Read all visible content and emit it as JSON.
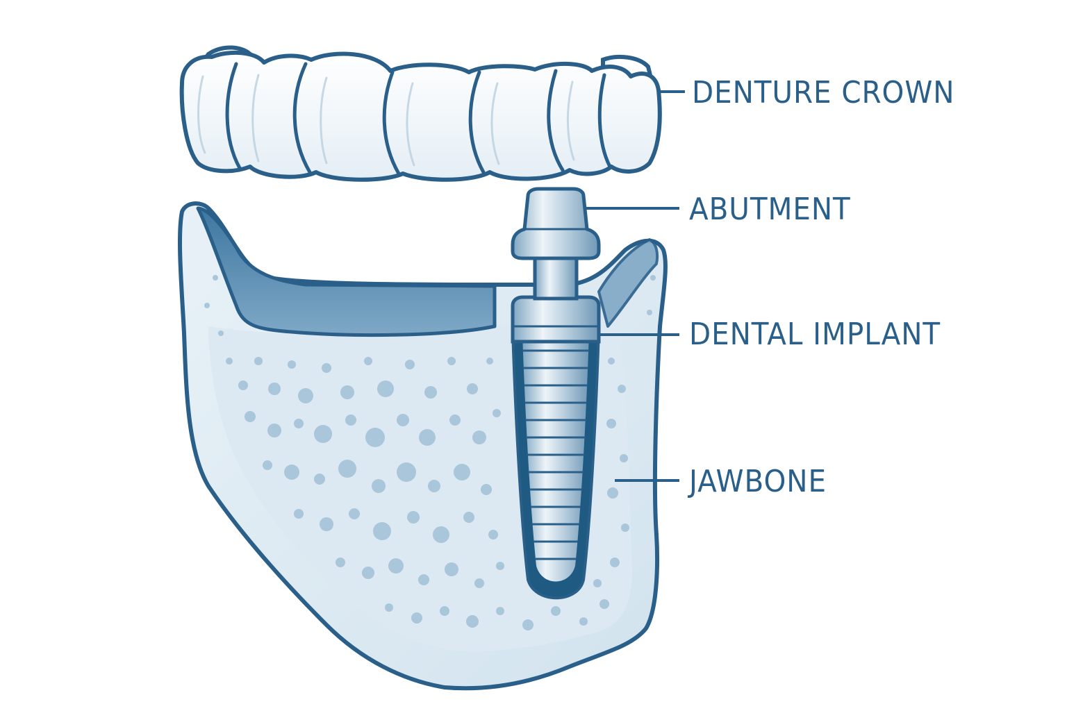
{
  "diagram": {
    "subject": "Implant-supported denture cross-section",
    "colors": {
      "outline": "#2a5f8a",
      "label_text": "#2a5f8a",
      "bone_light": "#e3eef5",
      "bone_pore": "#a9c6da",
      "gum": "#4f86ad",
      "implant_metal": "#c9dbe7",
      "implant_socket": "#1f5a82",
      "crown_fill": "#ffffff"
    },
    "labels": [
      {
        "id": "denture-crown",
        "text": "DENTURE CROWN"
      },
      {
        "id": "abutment",
        "text": "ABUTMENT"
      },
      {
        "id": "dental-implant",
        "text": "DENTAL IMPLANT"
      },
      {
        "id": "jawbone",
        "text": "JAWBONE"
      }
    ]
  }
}
